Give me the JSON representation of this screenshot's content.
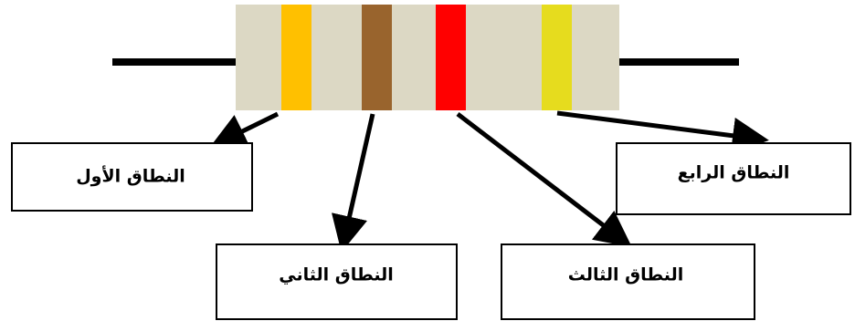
{
  "resistor": {
    "body_color": "#DCD8C4",
    "lead_color": "#000000",
    "bands": [
      {
        "name": "band-1",
        "color": "#FFC000"
      },
      {
        "name": "band-2",
        "color": "#99642D"
      },
      {
        "name": "band-3",
        "color": "#FF0000"
      },
      {
        "name": "band-4",
        "color": "#E6DC1E"
      }
    ]
  },
  "labels": {
    "first_band": "النطاق الأول",
    "second_band": "النطاق الثاني",
    "third_band": "النطاق الثالث",
    "fourth_band": "النطاق الرابع"
  },
  "colors": {
    "arrow": "#000000",
    "box_border": "#000000",
    "box_fill": "#FFFFFF"
  }
}
